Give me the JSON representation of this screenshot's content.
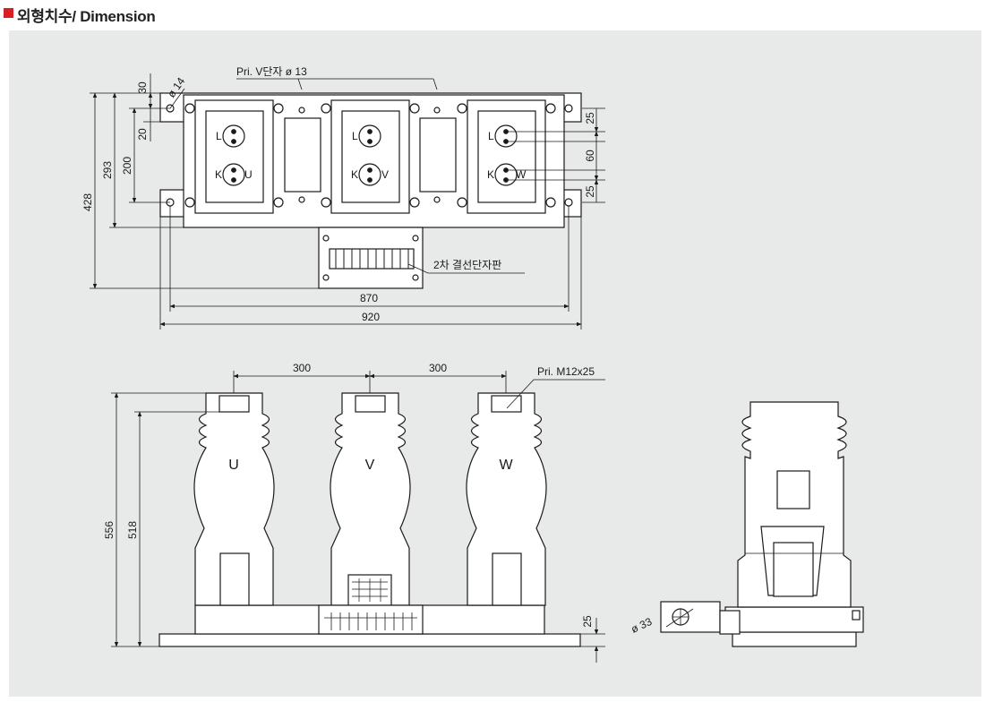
{
  "header": {
    "title": "외형치수/ Dimension",
    "accent_color": "#d81e26"
  },
  "panel_color": "#e8e9e9",
  "top_view": {
    "dims": {
      "d30": "30",
      "d20": "20",
      "d200": "200",
      "d293": "293",
      "d428": "428",
      "d25a": "25",
      "d60": "60",
      "d25b": "25",
      "d870": "870",
      "d920": "920",
      "d14": "ø 14"
    },
    "labels": {
      "pri_v": "Pri. V단자  ø 13",
      "terminal": "2차 결선단자판",
      "l": "L",
      "k": "K",
      "u": "U",
      "v": "V",
      "w": "W"
    }
  },
  "front_view": {
    "dims": {
      "d300a": "300",
      "d300b": "300",
      "d556": "556",
      "d518": "518",
      "d25": "25"
    },
    "labels": {
      "pri_m": "Pri. M12x25",
      "u": "U",
      "v": "V",
      "w": "W"
    }
  },
  "side_view": {
    "dims": {
      "d33": "ø 33"
    }
  }
}
